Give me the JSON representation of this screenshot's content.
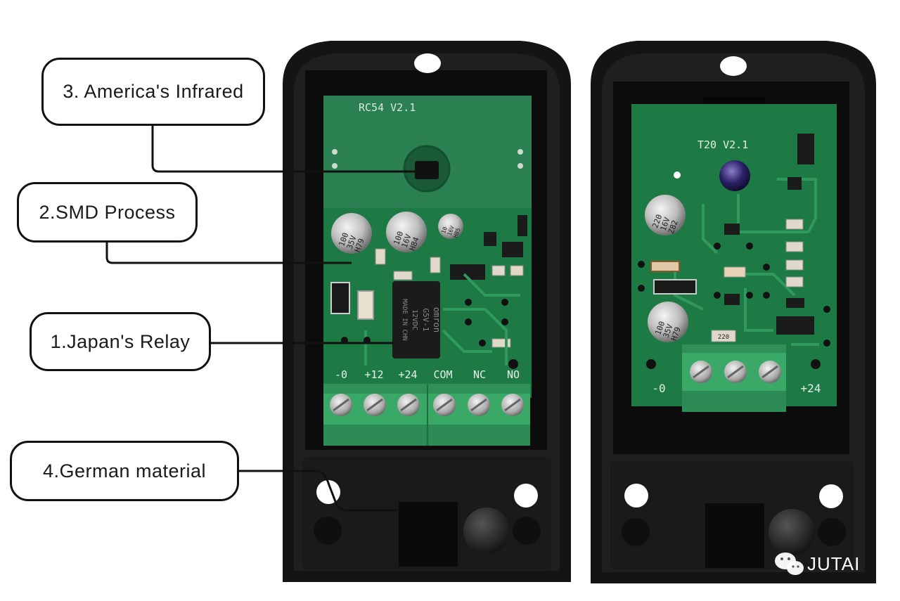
{
  "callouts": {
    "infrared": "3. America's Infrared",
    "smd": "2.SMD Process",
    "relay": "1.Japan's Relay",
    "material": "4.German material"
  },
  "left_board": {
    "model": "RC54 V2.1",
    "capacitor_1": [
      "100",
      "35V",
      "H79"
    ],
    "capacitor_2": [
      "100",
      "16V",
      "H84"
    ],
    "capacitor_3": [
      "10",
      "16V",
      "H85"
    ],
    "relay_brand": "omron",
    "relay_model": "G5V-1",
    "relay_voltage": "12VDC",
    "relay_origin": "MADE IN CHN",
    "terminals": [
      "-0",
      "+12",
      "+24",
      "COM",
      "NC",
      "NO"
    ]
  },
  "right_board": {
    "model": "T20 V2.1",
    "capacitor_1": [
      "220",
      "16V",
      "Z82"
    ],
    "capacitor_2": [
      "100",
      "35V",
      "H79"
    ],
    "resistor": "220",
    "terminal_left": "-0",
    "terminal_right": "+24"
  },
  "watermark": {
    "text": "JUTAI",
    "icon": "wechat-icon"
  },
  "colors": {
    "pcb": "#1e7a45",
    "housing": "#141414",
    "terminal": "#3aa867",
    "callout_border": "#111111"
  }
}
